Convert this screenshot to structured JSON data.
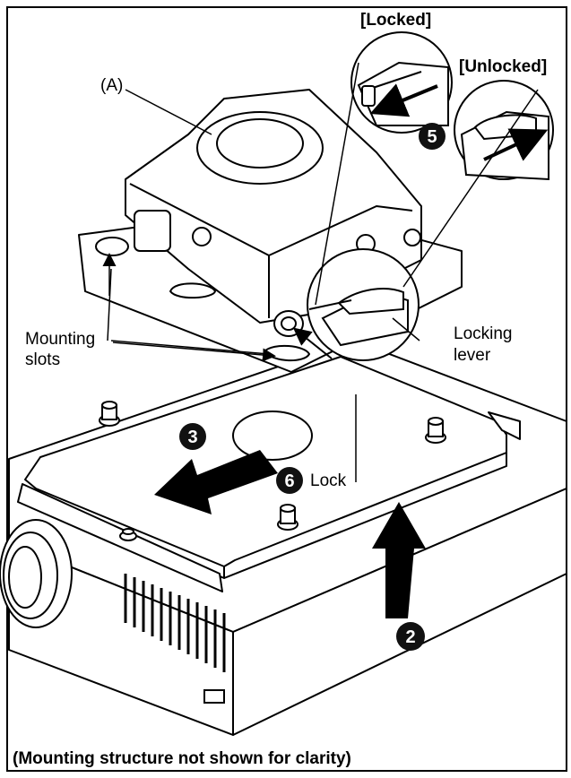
{
  "labels": {
    "callout_a": "(A)",
    "locked": "[Locked]",
    "unlocked": "[Unlocked]",
    "mounting_slots_1": "Mounting",
    "mounting_slots_2": "slots",
    "locking_lever_1": "Locking",
    "locking_lever_2": "lever",
    "lock": "Lock",
    "caption": "(Mounting structure not shown for clarity)"
  },
  "steps": {
    "step_2": "2",
    "step_3": "3",
    "step_5": "5",
    "step_6": "6"
  },
  "colors": {
    "line": "#000000",
    "fill": "#ffffff",
    "arrow": "#000000",
    "badge": "#111111"
  }
}
